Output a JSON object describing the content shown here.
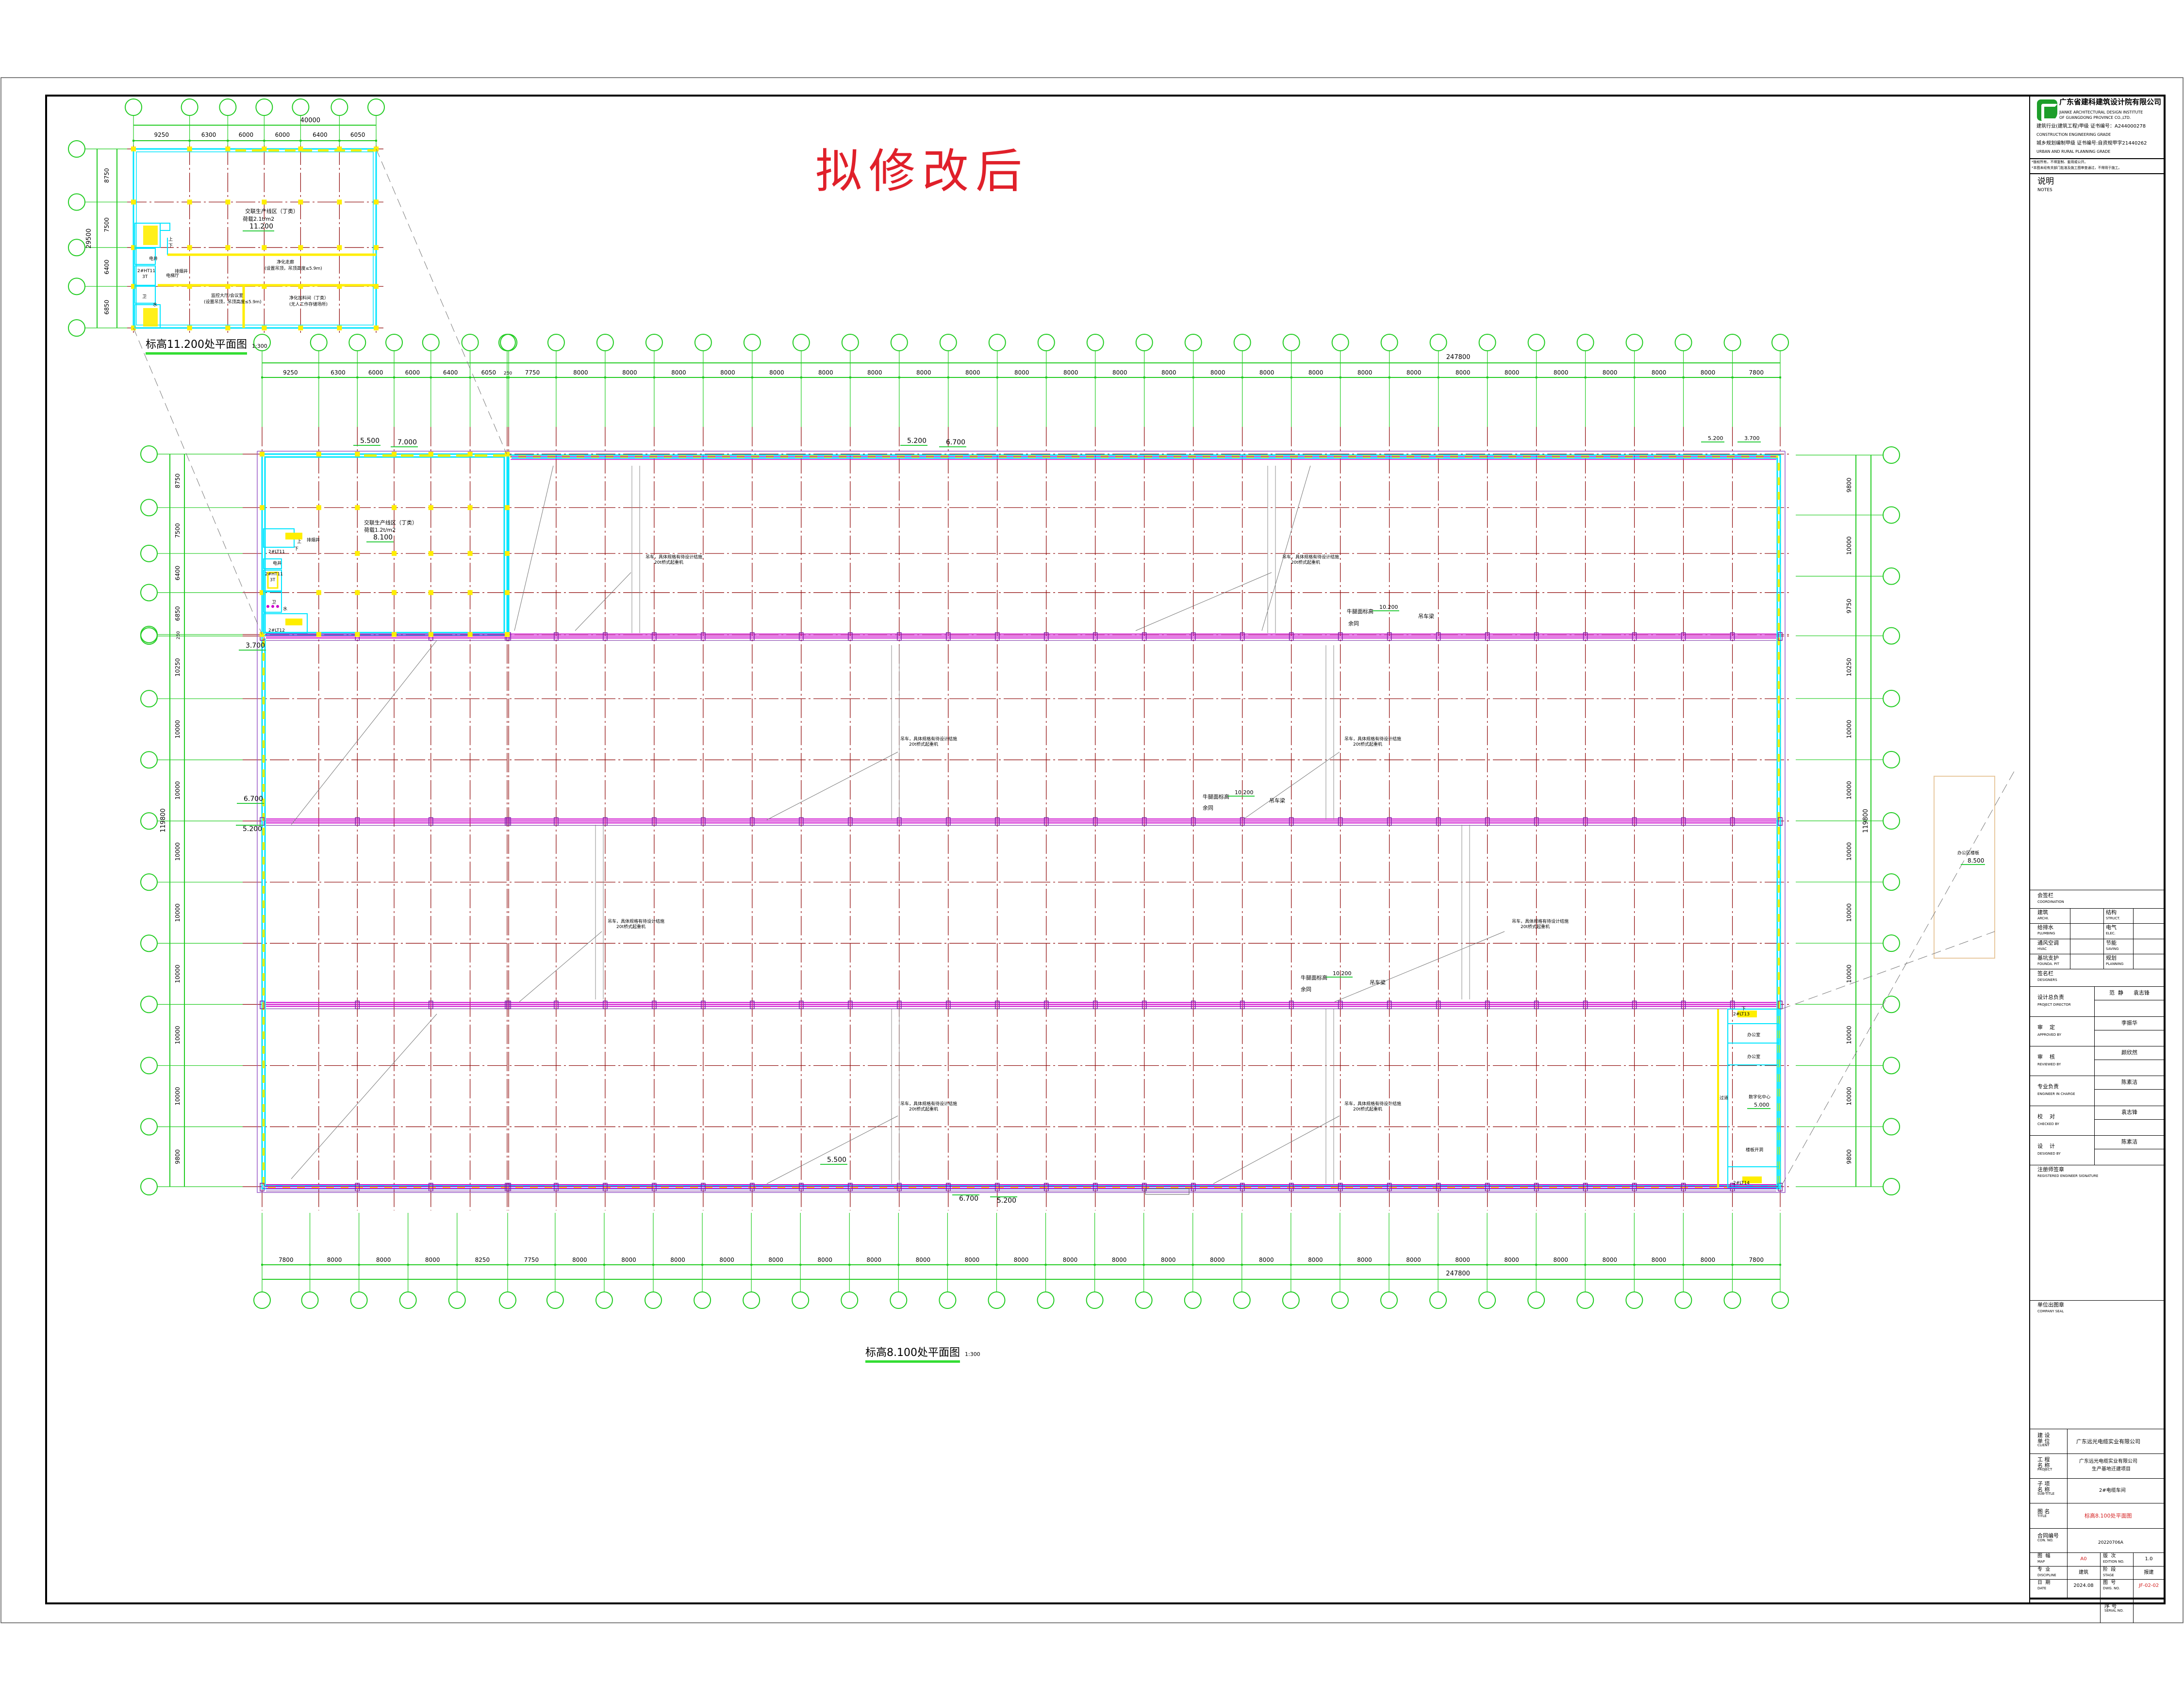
{
  "stamp": "拟修改后",
  "colors": {
    "axis": "#22cc22",
    "grid": "#8b0000",
    "wall": "#00e5ff",
    "window": "#ffee00",
    "beam": "#cc00cc",
    "stamp": "#e0202a"
  },
  "main_plan": {
    "title": "标高8.100处平面图",
    "scale": "1:300",
    "top_total": "247800",
    "top_dims": [
      9250,
      6300,
      6000,
      6000,
      6400,
      6050,
      250,
      7750,
      8000,
      8000,
      8000,
      8000,
      8000,
      8000,
      8000,
      8000,
      8000,
      8000,
      8000,
      8000,
      8000,
      8000,
      8000,
      8000,
      8000,
      8000,
      8000,
      8000,
      8000,
      8000,
      8000,
      8000,
      7800
    ],
    "bottom_total": "247800",
    "bottom_dims": [
      7800,
      8000,
      8000,
      8000,
      8250,
      7750,
      8000,
      8000,
      8000,
      8000,
      8000,
      8000,
      8000,
      8000,
      8000,
      8000,
      8000,
      8000,
      8000,
      8000,
      8000,
      8000,
      8000,
      8000,
      8000,
      8000,
      8000,
      8000,
      8000,
      8000,
      7800
    ],
    "left_total": "119800",
    "left_dims": [
      8750,
      7500,
      6400,
      6850,
      250,
      10250,
      10000,
      10000,
      10000,
      10000,
      10000,
      10000,
      10000,
      9800
    ],
    "right_total": "119800",
    "right_dims": [
      9800,
      10000,
      9750,
      10250,
      10000,
      10000,
      10000,
      10000,
      10000,
      10000,
      10000,
      9800
    ],
    "elevations": [
      "5.500",
      "7.000",
      "5.200",
      "6.700",
      "5.200",
      "3.700",
      "3.700",
      "6.700",
      "5.200",
      "5.500",
      "6.700",
      "5.200"
    ],
    "zone": {
      "name": "交联生产线区（丁类）",
      "load": "荷载1.2t/m2",
      "elev": "8.100"
    },
    "crane": {
      "line1": "吊车，具体规格有待设计结施",
      "line2": "20t桥式起重机"
    },
    "corbel": {
      "label": "牛腿面标高",
      "elev": "10.200",
      "same": "余同",
      "beam": "吊车梁"
    },
    "core": {
      "smoke": "排烟井",
      "stair1": "2#LT11",
      "shaft": "电井",
      "lift": "2#HT11",
      "lift_cap": "3T",
      "wc": "卫",
      "water": "水",
      "stair2": "2#LT12",
      "up": "上",
      "down": "下"
    },
    "east_rooms": {
      "stair_top": "2#LT13",
      "office1": "办公室",
      "office2": "办公室",
      "corridor": "过道",
      "digital": "数字化中心",
      "digital_elev": "5.000",
      "opening": "楼板开洞",
      "stair_bottom": "2#LT14",
      "down": "下"
    },
    "office_slab": {
      "label": "办公区楼板",
      "elev": "8.500"
    }
  },
  "inset": {
    "title": "标高11.200处平面图",
    "scale": "1:300",
    "top_total": "40000",
    "top_dims": [
      9250,
      6300,
      6000,
      6000,
      6400,
      6050
    ],
    "left_total": "29500",
    "left_dims": [
      8750,
      7500,
      6400,
      6850
    ],
    "zone": {
      "name": "交联生产线区（丁类）",
      "load": "荷载2.1t/m2",
      "elev": "11.200"
    },
    "corridor": {
      "name": "净化走廊",
      "note": "(设置吊顶，吊顶高度≤5.9m)"
    },
    "control": {
      "name": "监控大厅/会议室",
      "note": "(设置吊顶，吊顶高度≤5.9m)"
    },
    "feed": {
      "name": "净化加料间（丁类）",
      "note": "(无人工作存储场所)"
    },
    "core": {
      "smoke": "排烟井",
      "shaft": "电井",
      "lobby": "电梯厅",
      "lift": "2#HT11",
      "lift_cap": "3T",
      "wc": "卫",
      "water": "水",
      "up": "上",
      "down": "下"
    }
  },
  "title_block": {
    "company_cn": "广东省建科建筑设计院有限公司",
    "company_en1": "JIANKE ARCHITECTURAL DESIGN INSTITUTE",
    "company_en2": "OF GUANGDONG PROVINCE CO.,LTD.",
    "cert1_cn": "建筑行业(建筑工程)甲级 证书编号：A244000278",
    "cert1_en": "CONSTRUCTION ENGINEERING GRADE",
    "cert2_cn": "城乡规划编制甲级 证书编号:自资规甲字21440262",
    "cert2_en": "URBAN AND RURAL PLANNING GRADE",
    "note1": "*版权所有，不得复制、套用或公开。",
    "note2": "*本图未经有关部门批准及施工图审查通过，不得用于施工。",
    "notes_cn": "说明",
    "notes_en": "NOTES",
    "coordination": {
      "cn": "会签栏",
      "en": "COORDINATION",
      "items": [
        {
          "cn": "建筑",
          "en": "ARCHI."
        },
        {
          "cn": "结构",
          "en": "STRUCT."
        },
        {
          "cn": "给排水",
          "en": "PLUMBING"
        },
        {
          "cn": "电气",
          "en": "ELEC."
        },
        {
          "cn": "通风空调",
          "en": "HVAC"
        },
        {
          "cn": "节能",
          "en": "SAVING"
        },
        {
          "cn": "基坑支护",
          "en": "FOUNDA. PIT"
        },
        {
          "cn": "规划",
          "en": "PLANNING"
        }
      ]
    },
    "designers": {
      "cn": "签名栏",
      "en": "DESIGNERS",
      "rows": [
        {
          "cn": "设计总负责",
          "en": "PROJECT DIRECTOR",
          "name": "范  静      袁志锋"
        },
        {
          "cn": "审    定",
          "en": "APPROVED BY",
          "name": "李振华"
        },
        {
          "cn": "审    核",
          "en": "REVIEWED BY",
          "name": "颜欣然"
        },
        {
          "cn": "专业负责",
          "en": "ENGINEER IN CHARGE",
          "name": "陈素洁"
        },
        {
          "cn": "校    对",
          "en": "CHECKED BY",
          "name": "袁志锋"
        },
        {
          "cn": "设    计",
          "en": "DESIGNED BY",
          "name": "陈素洁"
        }
      ]
    },
    "registered": {
      "cn": "注册师签章",
      "en": "REGISTERED ENGINEER SIGNATURE"
    },
    "company_seal": {
      "cn": "单位出图章",
      "en": "COMPANY SEAL"
    },
    "client": {
      "cn1": "建  设",
      "cn2": "单  位",
      "en": "CLIENT",
      "value": "广东远光电缆实业有限公司"
    },
    "project": {
      "cn1": "工  程",
      "cn2": "名  称",
      "en": "PROJECT",
      "value1": "广东远光电缆实业有限公司",
      "value2": "生产基地迁建项目"
    },
    "subtitle": {
      "cn1": "子  项",
      "cn2": "名  称",
      "en": "SUB-TITLE",
      "value": "2#电缆车间"
    },
    "drawing_title": {
      "cn": "图  名",
      "en": "TITLE",
      "value": "标高8.100处平面图"
    },
    "contract": {
      "cn": "合同编号",
      "en": "CON. NO.",
      "value": "20220706A"
    },
    "map": {
      "cn": "图  幅",
      "en": "MAP",
      "value": "A0"
    },
    "edition": {
      "cn": "版  次",
      "en": "EDITION NO.",
      "value": "1.0"
    },
    "discipline": {
      "cn": "专  业",
      "en": "DISCIPLINE",
      "value": "建筑"
    },
    "stage": {
      "cn": "阶  段",
      "en": "STAGE",
      "value": "报建"
    },
    "date": {
      "cn": "日  期",
      "en": "DATE",
      "value": "2024.08"
    },
    "dwg_no": {
      "cn": "图  号",
      "en": "DWG. NO.",
      "value": "JF-02-02"
    },
    "serial": {
      "cn": "序  号",
      "en": "SERIAL NO."
    }
  }
}
